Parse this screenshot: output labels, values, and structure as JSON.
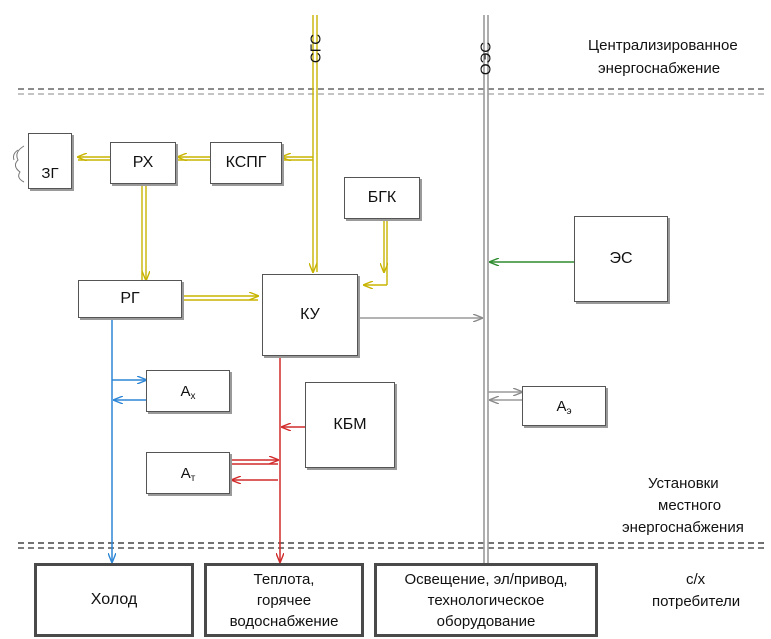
{
  "lines": {
    "sgs": "СГС",
    "oes": "ОЭС"
  },
  "zones": {
    "centralized_line1": "Централизированное",
    "centralized_line2": "энергоснабжение",
    "local_line1": "Установки",
    "local_line2": "местного",
    "local_line3": "энергоснабжения",
    "agri_line1": "с/х",
    "agri_line2": "потребители"
  },
  "blocks": {
    "zg": "ЗГ",
    "rx": "РХ",
    "kspg": "КСПГ",
    "bgk": "БГК",
    "rg": "РГ",
    "ku": "КУ",
    "es": "ЭС",
    "ax_base": "А",
    "ax_sub": "х",
    "ae_base": "А",
    "ae_sub": "э",
    "at_base": "А",
    "at_sub": "т",
    "kbm": "КБМ"
  },
  "consumers": {
    "cold": "Холод",
    "heat_line1": "Теплота,",
    "heat_line2": "горячее",
    "heat_line3": "водоснабжение",
    "power_line1": "Освещение, эл/привод,",
    "power_line2": "технологическое",
    "power_line3": "оборудование"
  },
  "colors": {
    "gas": "#c8b400",
    "cold": "#2e86d6",
    "heat": "#d22b2b",
    "electric": "#9a9a9a",
    "es_feed": "#2e8b2e"
  }
}
